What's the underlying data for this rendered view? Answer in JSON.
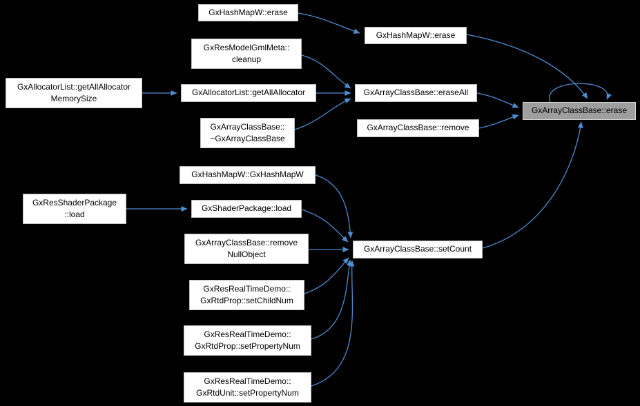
{
  "diagram": {
    "type": "call-graph",
    "background": "#000000",
    "edge_color": "#4d8dd0",
    "node_bg": "#ffffff",
    "node_border": "#bdbdbd",
    "node_text": "#000000",
    "highlight_bg": "#9e9e9e",
    "highlighted_node": "GxArrayClassBase::erase"
  },
  "nodes": [
    {
      "id": "hashmapw-erase-caller",
      "label": "GxHashMapW::erase"
    },
    {
      "id": "hashmapw-erase",
      "label": "GxHashMapW::erase"
    },
    {
      "id": "resmodelgmlmeta-cleanup",
      "label": "GxResModelGmlMeta::\ncleanup"
    },
    {
      "id": "getallallocator-memorysize",
      "label": "GxAllocatorList::getAllAllocator\nMemorySize"
    },
    {
      "id": "getallallocator",
      "label": "GxAllocatorList::getAllAllocator"
    },
    {
      "id": "eraseall",
      "label": "GxArrayClassBase::eraseAll"
    },
    {
      "id": "dtor-arrayclassbase",
      "label": "GxArrayClassBase::\n~GxArrayClassBase"
    },
    {
      "id": "remove",
      "label": "GxArrayClassBase::remove"
    },
    {
      "id": "erase",
      "label": "GxArrayClassBase::erase"
    },
    {
      "id": "hashmapw-ctor",
      "label": "GxHashMapW::GxHashMapW"
    },
    {
      "id": "resshaderpackage-load",
      "label": "GxResShaderPackage\n::load"
    },
    {
      "id": "shaderpackage-load",
      "label": "GxShaderPackage::load"
    },
    {
      "id": "removenullobject",
      "label": "GxArrayClassBase::remove\nNullObject"
    },
    {
      "id": "setcount",
      "label": "GxArrayClassBase::setCount"
    },
    {
      "id": "setchildnum",
      "label": "GxResRealTimeDemo::\nGxRtdProp::setChildNum"
    },
    {
      "id": "prop-setpropertynum",
      "label": "GxResRealTimeDemo::\nGxRtdProp::setPropertyNum"
    },
    {
      "id": "unit-setpropertynum",
      "label": "GxResRealTimeDemo::\nGxRtdUnit::setPropertyNum"
    }
  ],
  "edges": [
    {
      "from": "hashmapw-erase-caller",
      "to": "hashmapw-erase"
    },
    {
      "from": "hashmapw-erase",
      "to": "erase"
    },
    {
      "from": "resmodelgmlmeta-cleanup",
      "to": "eraseall"
    },
    {
      "from": "getallallocator-memorysize",
      "to": "getallallocator"
    },
    {
      "from": "getallallocator",
      "to": "eraseall"
    },
    {
      "from": "dtor-arrayclassbase",
      "to": "eraseall"
    },
    {
      "from": "eraseall",
      "to": "erase"
    },
    {
      "from": "remove",
      "to": "erase"
    },
    {
      "from": "erase",
      "to": "erase"
    },
    {
      "from": "hashmapw-ctor",
      "to": "setcount"
    },
    {
      "from": "resshaderpackage-load",
      "to": "shaderpackage-load"
    },
    {
      "from": "shaderpackage-load",
      "to": "setcount"
    },
    {
      "from": "removenullobject",
      "to": "setcount"
    },
    {
      "from": "setchildnum",
      "to": "setcount"
    },
    {
      "from": "prop-setpropertynum",
      "to": "setcount"
    },
    {
      "from": "unit-setpropertynum",
      "to": "setcount"
    },
    {
      "from": "setcount",
      "to": "erase"
    }
  ]
}
